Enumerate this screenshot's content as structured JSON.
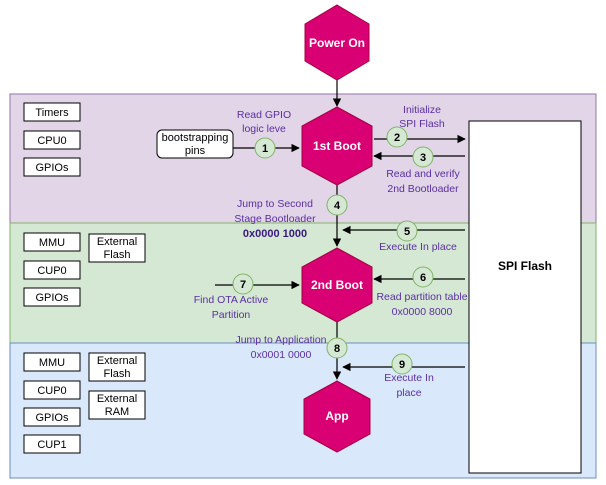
{
  "nodes": {
    "power_on": "Power On",
    "first_boot": "1st Boot",
    "second_boot": "2nd Boot",
    "app": "App",
    "spi_flash": "SPI Flash",
    "bootstrapping_line1": "bootstrapping",
    "bootstrapping_line2": "pins"
  },
  "section1": {
    "labels": [
      "Timers",
      "CPU0",
      "GPIOs"
    ]
  },
  "section2": {
    "labels": [
      "MMU",
      "CUP0",
      "GPIOs"
    ],
    "ext_flash_line1": "External",
    "ext_flash_line2": "Flash"
  },
  "section3": {
    "labels": [
      "MMU",
      "CUP0",
      "GPIOs",
      "CUP1"
    ],
    "ext_flash_line1": "External",
    "ext_flash_line2": "Flash",
    "ext_ram_line1": "External",
    "ext_ram_line2": "RAM"
  },
  "steps": [
    "1",
    "2",
    "3",
    "4",
    "5",
    "6",
    "7",
    "8",
    "9"
  ],
  "notes": {
    "read_gpio_1": "Read GPIO",
    "read_gpio_2": "logic leve",
    "init_spi_1": "Initialize",
    "init_spi_2": "SPI Flash",
    "read_verify_1": "Read and verify",
    "read_verify_2": "2nd Bootloader",
    "jump_second_1": "Jump to Second",
    "jump_second_2": "Stage Bootloader",
    "addr_second": "0x0000 1000",
    "exec_in_place_5": "Execute In place",
    "read_part_1": "Read partition table",
    "read_part_2": "0x0000 8000",
    "find_ota_1": "Find OTA Active",
    "find_ota_2": "Partition",
    "jump_app_1": "Jump to Application",
    "jump_app_2": "0x0001 0000",
    "exec_9_1": "Execute In",
    "exec_9_2": "place"
  },
  "colors": {
    "section1": "#e1d5e7",
    "section2": "#d5e8d4",
    "section3": "#dae8fc",
    "hexagon": "#d80073",
    "step_circle": "#d5e8d4",
    "annotation_text": "#5b2fa3"
  }
}
